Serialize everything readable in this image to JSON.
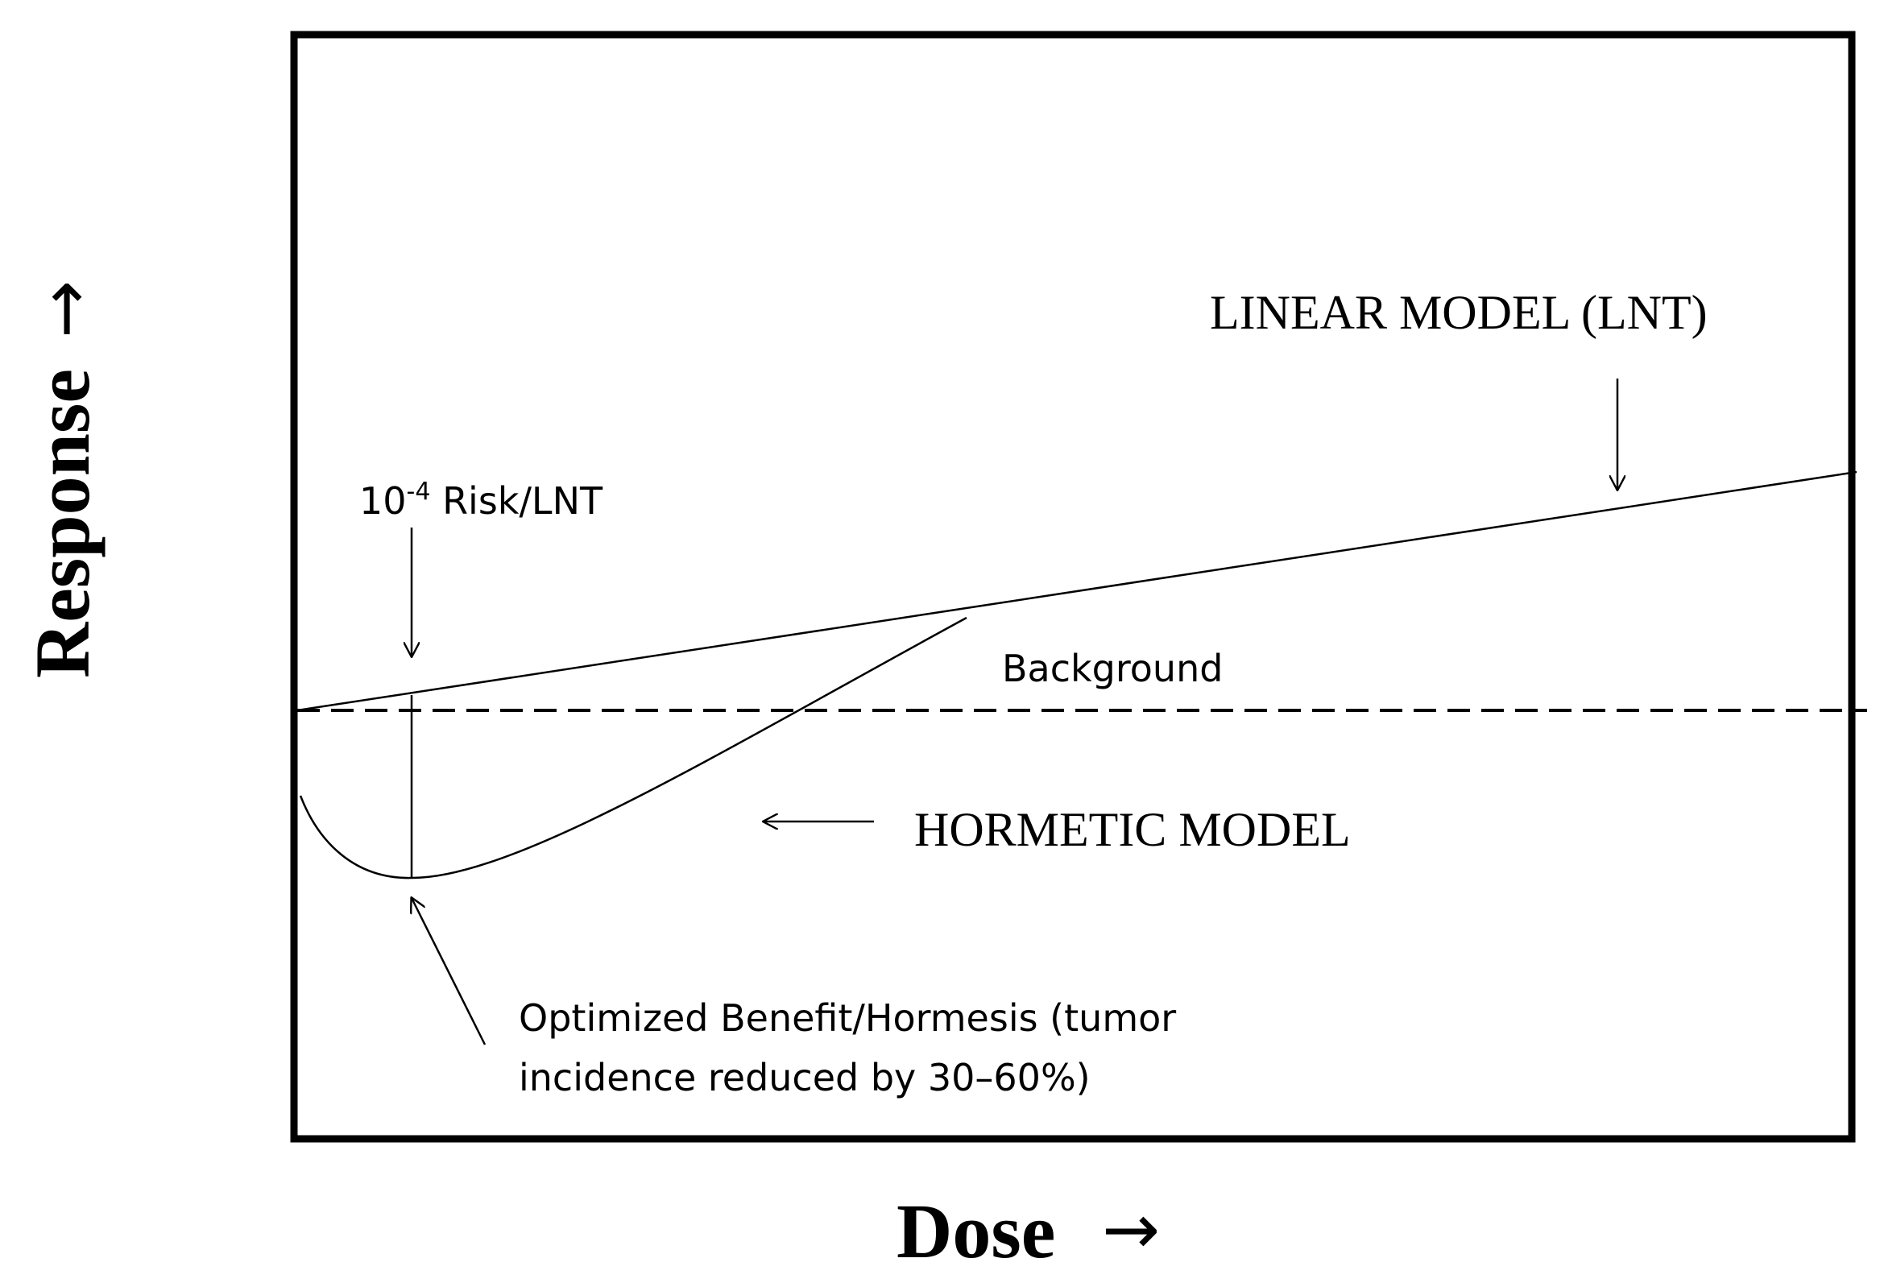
{
  "axes": {
    "y_label": "Response",
    "y_arrow": "→",
    "x_label": "Dose",
    "x_arrow": "→"
  },
  "annotations": {
    "linear_model": "LINEAR MODEL (LNT)",
    "risk_base": "10",
    "risk_exponent": "-4",
    "risk_suffix": " Risk/LNT",
    "background": "Background",
    "hormetic_model": "HORMETIC MODEL",
    "benefit_line1": "Optimized Benefit/Hormesis  (tumor",
    "benefit_line2": "incidence reduced by 30–60%)"
  },
  "colors": {
    "ink": "#000000",
    "background": "#ffffff"
  }
}
